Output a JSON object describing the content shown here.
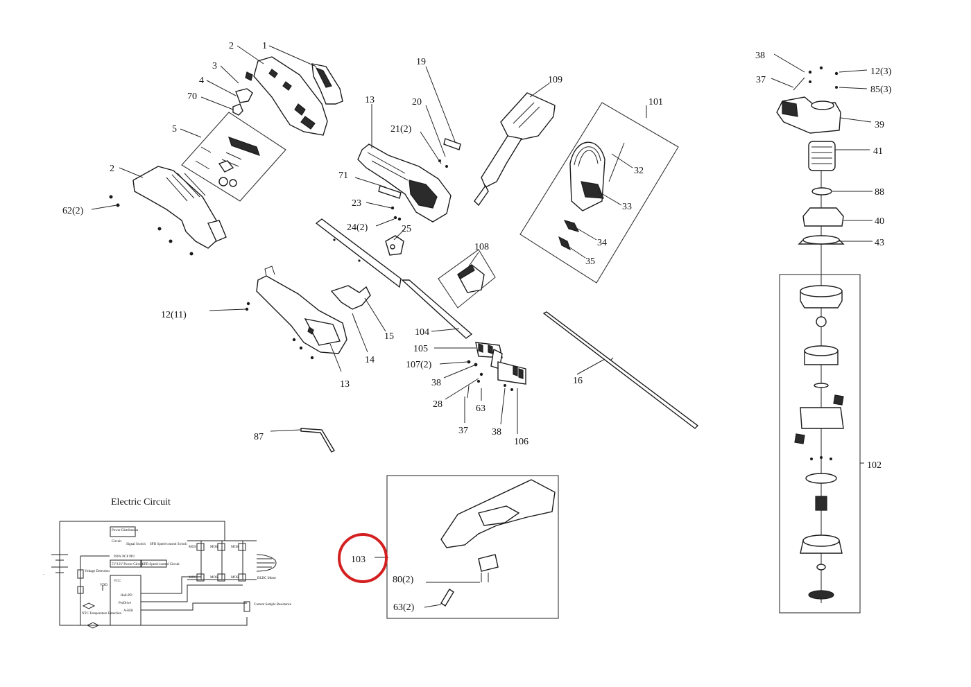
{
  "circuit": {
    "title": "Electric Circuit",
    "labels": {
      "power_distribution": "Power Distribution",
      "circuit": "Circuit",
      "signal_switch": "Signal Switch",
      "pow_pcp": "POW PCP PP1",
      "spd_control_switch": "SPD Speed-control Switch",
      "power_circuit": "5V/13V Power Circuit",
      "spd_control_circuit": "SPD Speed-control Circuit",
      "voltage_detection": "Voltage Detection",
      "vcc": "VCC",
      "vdd": "VDD",
      "hall_pd": "Hall-PD",
      "predrive": "PreDrive",
      "ahb": "A-H/B",
      "ntc_detection": "NTC Temperature Detection",
      "mos": "MOS",
      "bldc_motor": "BLDC Motor",
      "current_sample_resistance": "Current Sample Resistance",
      "minus": "-"
    }
  },
  "callouts": {
    "c1": "1",
    "c2a": "2",
    "c3": "3",
    "c4": "4",
    "c70": "70",
    "c5": "5",
    "c2b": "2",
    "c62": "62(2)",
    "c13a": "13",
    "c19": "19",
    "c20": "20",
    "c21": "21(2)",
    "c71": "71",
    "c23": "23",
    "c24": "24(2)",
    "c25": "25",
    "c109": "109",
    "c101": "101",
    "c32": "32",
    "c33": "33",
    "c34": "34",
    "c35": "35",
    "c108": "108",
    "c12a": "12(11)",
    "c15": "15",
    "c14": "14",
    "c13b": "13",
    "c104": "104",
    "c105": "105",
    "c107": "107(2)",
    "c38a": "38",
    "c28": "28",
    "c63a": "63",
    "c37a": "37",
    "c38b": "38",
    "c106": "106",
    "c16": "16",
    "c87": "87",
    "c38c": "38",
    "c37b": "37",
    "c12b": "12(3)",
    "c85": "85(3)",
    "c39": "39",
    "c41": "41",
    "c88": "88",
    "c40": "40",
    "c43": "43",
    "c102": "102",
    "c103": "103",
    "c80": "80(2)",
    "c63b": "63(2)"
  },
  "highlight": {
    "target": "103",
    "color": "#d42020"
  }
}
